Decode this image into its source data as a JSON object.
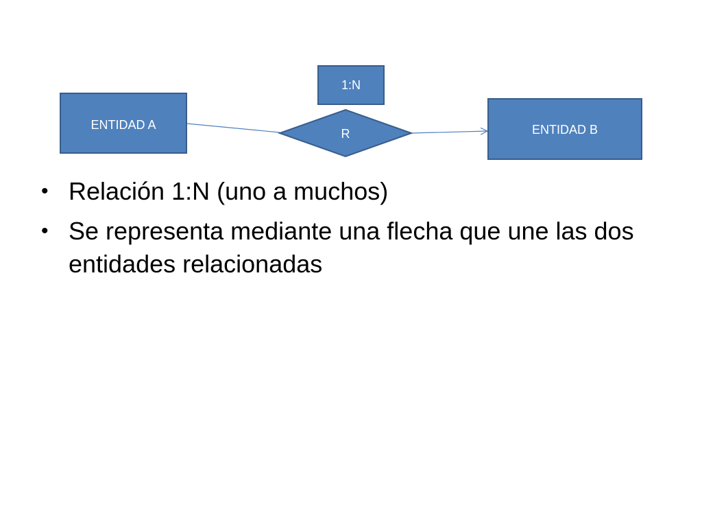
{
  "diagram": {
    "entity_a": "ENTIDAD A",
    "entity_b": "ENTIDAD B",
    "relationship": "R",
    "cardinality": "1:N"
  },
  "bullets": [
    "Relación 1:N (uno a muchos)",
    "Se representa mediante una flecha que une las dos entidades relacionadas"
  ],
  "colors": {
    "shape_fill": "#4f81bd",
    "shape_stroke": "#385d8a",
    "shape_text": "#ffffff",
    "text": "#000000"
  }
}
